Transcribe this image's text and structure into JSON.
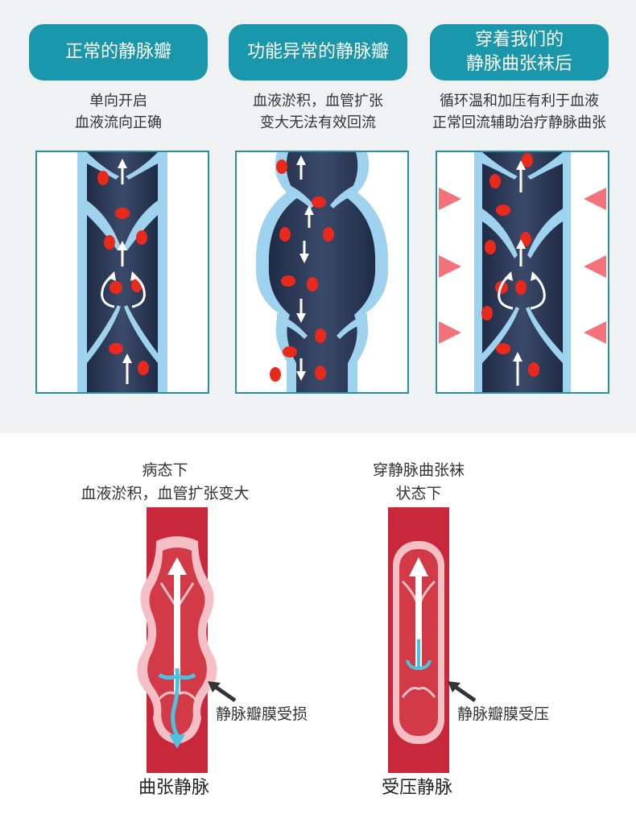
{
  "panels": [
    {
      "title_lines": [
        "正常的静脉瓣"
      ],
      "desc_lines": [
        "单向开启",
        "血液流向正确"
      ]
    },
    {
      "title_lines": [
        "功能异常的静脉瓣"
      ],
      "desc_lines": [
        "血液淤积，血管扩张",
        "变大无法有效回流"
      ]
    },
    {
      "title_lines": [
        "穿着我们的",
        "静脉曲张袜后"
      ],
      "desc_lines": [
        "循环温和加压有利于血液",
        "正常回流辅助治疗静脉曲张"
      ]
    }
  ],
  "lower": {
    "left": {
      "caption_lines": [
        "病态下",
        "血液淤积，血管扩张变大"
      ],
      "valve_label": "静脉瓣膜受损",
      "name": "曲张静脉"
    },
    "right": {
      "caption_lines": [
        "穿静脉曲张袜",
        "状态下"
      ],
      "valve_label": "静脉瓣膜受压",
      "name": "受压静脉"
    }
  },
  "colors": {
    "accent": "#1a97aa",
    "vein_outer": "#9fd2ee",
    "vein_inner": "#2c3a55",
    "cell": "#e8291c",
    "artery": "#c8283a",
    "artery_inner": "#f4c0c6",
    "flow": "#4bc3e0"
  },
  "icons": [
    "up-arrow-icon",
    "down-arrow-icon",
    "curved-arrow-icon",
    "pressure-triangle-icon",
    "pointer-arrow-icon"
  ]
}
